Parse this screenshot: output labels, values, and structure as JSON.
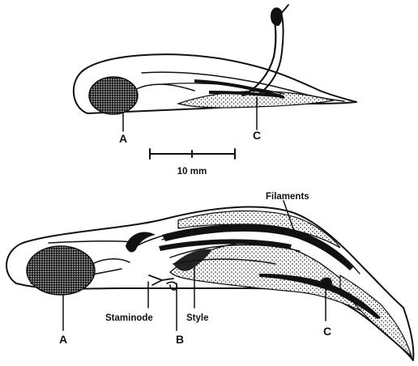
{
  "labels": {
    "top_a": "A",
    "top_c": "C",
    "scale": "10 mm",
    "filaments": "Filaments",
    "staminode": "Staminode",
    "style": "Style",
    "bottom_a": "A",
    "bottom_b": "B",
    "bottom_c": "C"
  },
  "colors": {
    "ink": "#111111",
    "background": "#ffffff"
  }
}
